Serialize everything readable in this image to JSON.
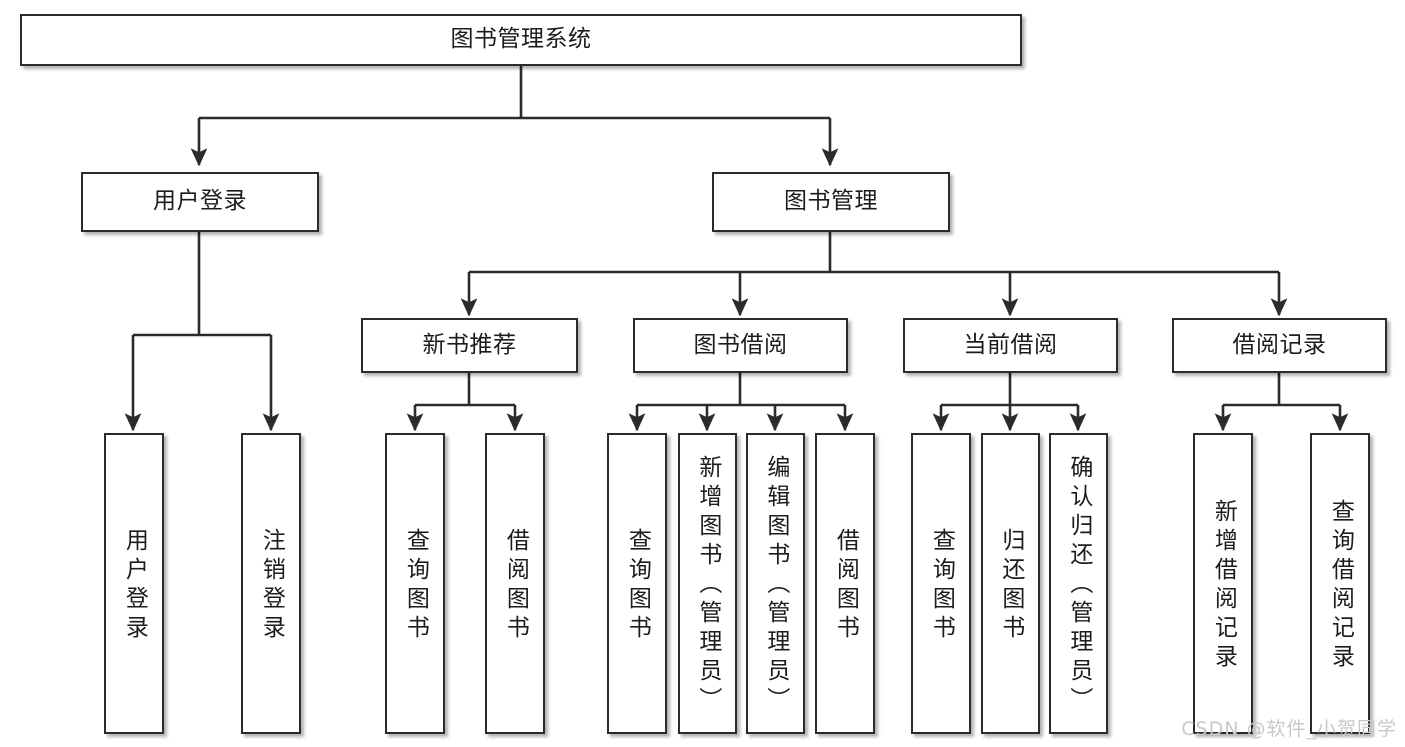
{
  "diagram": {
    "type": "tree-hierarchy-flowchart",
    "title": "图书管理系统",
    "line_color": "#2b2b2b",
    "box_fill": "#ffffff",
    "text_color": "#1c1c1c",
    "levels": {
      "level1": [
        {
          "id": "root",
          "label": "图书管理系统",
          "orientation": "horizontal"
        }
      ],
      "level2": [
        {
          "id": "login",
          "label": "用户登录",
          "orientation": "horizontal",
          "parent": "root"
        },
        {
          "id": "bookmgmt",
          "label": "图书管理",
          "orientation": "horizontal",
          "parent": "root"
        }
      ],
      "level3": [
        {
          "id": "newbook",
          "label": "新书推荐",
          "orientation": "horizontal",
          "parent": "bookmgmt"
        },
        {
          "id": "borrow",
          "label": "图书借阅",
          "orientation": "horizontal",
          "parent": "bookmgmt"
        },
        {
          "id": "current",
          "label": "当前借阅",
          "orientation": "horizontal",
          "parent": "bookmgmt"
        },
        {
          "id": "records",
          "label": "借阅记录",
          "orientation": "horizontal",
          "parent": "bookmgmt"
        }
      ],
      "level4": [
        {
          "id": "leaf1",
          "label": "用户登录",
          "orientation": "vertical",
          "parent": "login"
        },
        {
          "id": "leaf2",
          "label": "注销登录",
          "orientation": "vertical",
          "parent": "login"
        },
        {
          "id": "leaf3",
          "label": "查询图书",
          "orientation": "vertical",
          "parent": "newbook"
        },
        {
          "id": "leaf4",
          "label": "借阅图书",
          "orientation": "vertical",
          "parent": "newbook"
        },
        {
          "id": "leaf5",
          "label": "查询图书",
          "orientation": "vertical",
          "parent": "borrow"
        },
        {
          "id": "leaf6",
          "label": "新增图书（管理员）",
          "orientation": "vertical",
          "parent": "borrow"
        },
        {
          "id": "leaf7",
          "label": "编辑图书（管理员）",
          "orientation": "vertical",
          "parent": "borrow"
        },
        {
          "id": "leaf8",
          "label": "借阅图书",
          "orientation": "vertical",
          "parent": "borrow"
        },
        {
          "id": "leaf9",
          "label": "查询图书",
          "orientation": "vertical",
          "parent": "current"
        },
        {
          "id": "leaf10",
          "label": "归还图书",
          "orientation": "vertical",
          "parent": "current"
        },
        {
          "id": "leaf11",
          "label": "确认归还（管理员）",
          "orientation": "vertical",
          "parent": "current"
        },
        {
          "id": "leaf12",
          "label": "新增借阅记录",
          "orientation": "vertical",
          "parent": "records"
        },
        {
          "id": "leaf13",
          "label": "查询借阅记录",
          "orientation": "vertical",
          "parent": "records"
        }
      ]
    }
  },
  "watermark": {
    "text": "CSDN @软件_小贺同学"
  }
}
